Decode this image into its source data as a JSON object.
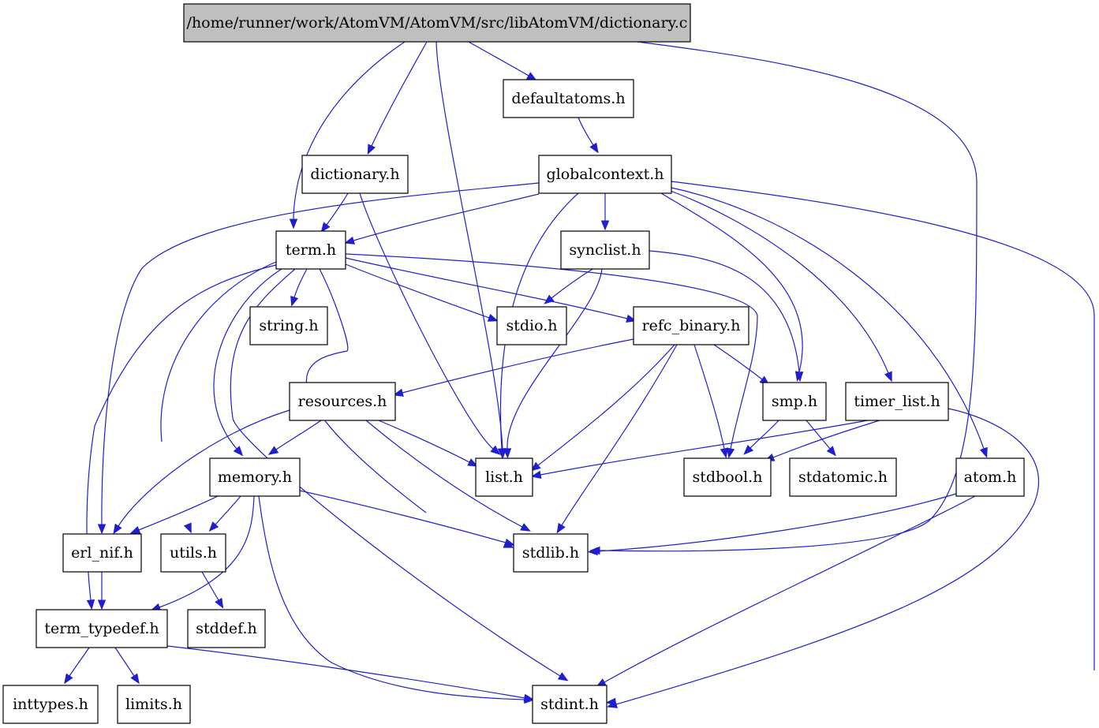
{
  "graph": {
    "title": "",
    "nodes": [
      {
        "id": "dictionary_c",
        "label": "/home/runner/work/AtomVM/AtomVM/src/libAtomVM/dictionary.c",
        "root": true
      },
      {
        "id": "defaultatoms_h",
        "label": "defaultatoms.h"
      },
      {
        "id": "dictionary_h",
        "label": "dictionary.h"
      },
      {
        "id": "globalcontext_h",
        "label": "globalcontext.h"
      },
      {
        "id": "term_h",
        "label": "term.h"
      },
      {
        "id": "synclist_h",
        "label": "synclist.h"
      },
      {
        "id": "string_h",
        "label": "string.h"
      },
      {
        "id": "stdio_h",
        "label": "stdio.h"
      },
      {
        "id": "refc_binary_h",
        "label": "refc_binary.h"
      },
      {
        "id": "resources_h",
        "label": "resources.h"
      },
      {
        "id": "smp_h",
        "label": "smp.h"
      },
      {
        "id": "timer_list_h",
        "label": "timer_list.h"
      },
      {
        "id": "memory_h",
        "label": "memory.h"
      },
      {
        "id": "list_h",
        "label": "list.h"
      },
      {
        "id": "stdbool_h",
        "label": "stdbool.h"
      },
      {
        "id": "stdatomic_h",
        "label": "stdatomic.h"
      },
      {
        "id": "atom_h",
        "label": "atom.h"
      },
      {
        "id": "erl_nif_h",
        "label": "erl_nif.h"
      },
      {
        "id": "utils_h",
        "label": "utils.h"
      },
      {
        "id": "stdlib_h",
        "label": "stdlib.h"
      },
      {
        "id": "term_typedef_h",
        "label": "term_typedef.h"
      },
      {
        "id": "stddef_h",
        "label": "stddef.h"
      },
      {
        "id": "inttypes_h",
        "label": "inttypes.h"
      },
      {
        "id": "limits_h",
        "label": "limits.h"
      },
      {
        "id": "stdint_h",
        "label": "stdint.h"
      }
    ],
    "edges": [
      [
        "dictionary_c",
        "defaultatoms_h"
      ],
      [
        "dictionary_c",
        "dictionary_h"
      ],
      [
        "dictionary_c",
        "term_h"
      ],
      [
        "dictionary_c",
        "list_h"
      ],
      [
        "dictionary_c",
        "stdlib_h"
      ],
      [
        "defaultatoms_h",
        "globalcontext_h"
      ],
      [
        "dictionary_h",
        "term_h"
      ],
      [
        "dictionary_h",
        "list_h"
      ],
      [
        "globalcontext_h",
        "term_h"
      ],
      [
        "globalcontext_h",
        "synclist_h"
      ],
      [
        "globalcontext_h",
        "list_h"
      ],
      [
        "globalcontext_h",
        "smp_h"
      ],
      [
        "globalcontext_h",
        "timer_list_h"
      ],
      [
        "globalcontext_h",
        "atom_h"
      ],
      [
        "globalcontext_h",
        "erl_nif_h"
      ],
      [
        "globalcontext_h",
        "stdint_h"
      ],
      [
        "term_h",
        "string_h"
      ],
      [
        "term_h",
        "stdio_h"
      ],
      [
        "term_h",
        "refc_binary_h"
      ],
      [
        "term_h",
        "stdbool_h"
      ],
      [
        "term_h",
        "memory_h"
      ],
      [
        "term_h",
        "utils_h"
      ],
      [
        "term_h",
        "stdlib_h"
      ],
      [
        "term_h",
        "term_typedef_h"
      ],
      [
        "term_h",
        "stdint_h"
      ],
      [
        "synclist_h",
        "stdio_h"
      ],
      [
        "synclist_h",
        "list_h"
      ],
      [
        "synclist_h",
        "smp_h"
      ],
      [
        "refc_binary_h",
        "resources_h"
      ],
      [
        "refc_binary_h",
        "smp_h"
      ],
      [
        "refc_binary_h",
        "list_h"
      ],
      [
        "refc_binary_h",
        "stdbool_h"
      ],
      [
        "refc_binary_h",
        "stdlib_h"
      ],
      [
        "resources_h",
        "memory_h"
      ],
      [
        "resources_h",
        "list_h"
      ],
      [
        "resources_h",
        "erl_nif_h"
      ],
      [
        "resources_h",
        "stdlib_h"
      ],
      [
        "smp_h",
        "stdbool_h"
      ],
      [
        "smp_h",
        "stdatomic_h"
      ],
      [
        "timer_list_h",
        "list_h"
      ],
      [
        "timer_list_h",
        "stdbool_h"
      ],
      [
        "timer_list_h",
        "stdint_h"
      ],
      [
        "atom_h",
        "stdlib_h"
      ],
      [
        "atom_h",
        "stdint_h"
      ],
      [
        "memory_h",
        "erl_nif_h"
      ],
      [
        "memory_h",
        "utils_h"
      ],
      [
        "memory_h",
        "stdlib_h"
      ],
      [
        "memory_h",
        "term_typedef_h"
      ],
      [
        "memory_h",
        "stdint_h"
      ],
      [
        "erl_nif_h",
        "term_typedef_h"
      ],
      [
        "utils_h",
        "stddef_h"
      ],
      [
        "term_typedef_h",
        "inttypes_h"
      ],
      [
        "term_typedef_h",
        "limits_h"
      ],
      [
        "term_typedef_h",
        "stdint_h"
      ]
    ],
    "colors": {
      "edge": "#1f1fcf",
      "root_fill": "#bfbfbf",
      "node_fill": "#ffffff",
      "node_stroke": "#000000"
    }
  }
}
